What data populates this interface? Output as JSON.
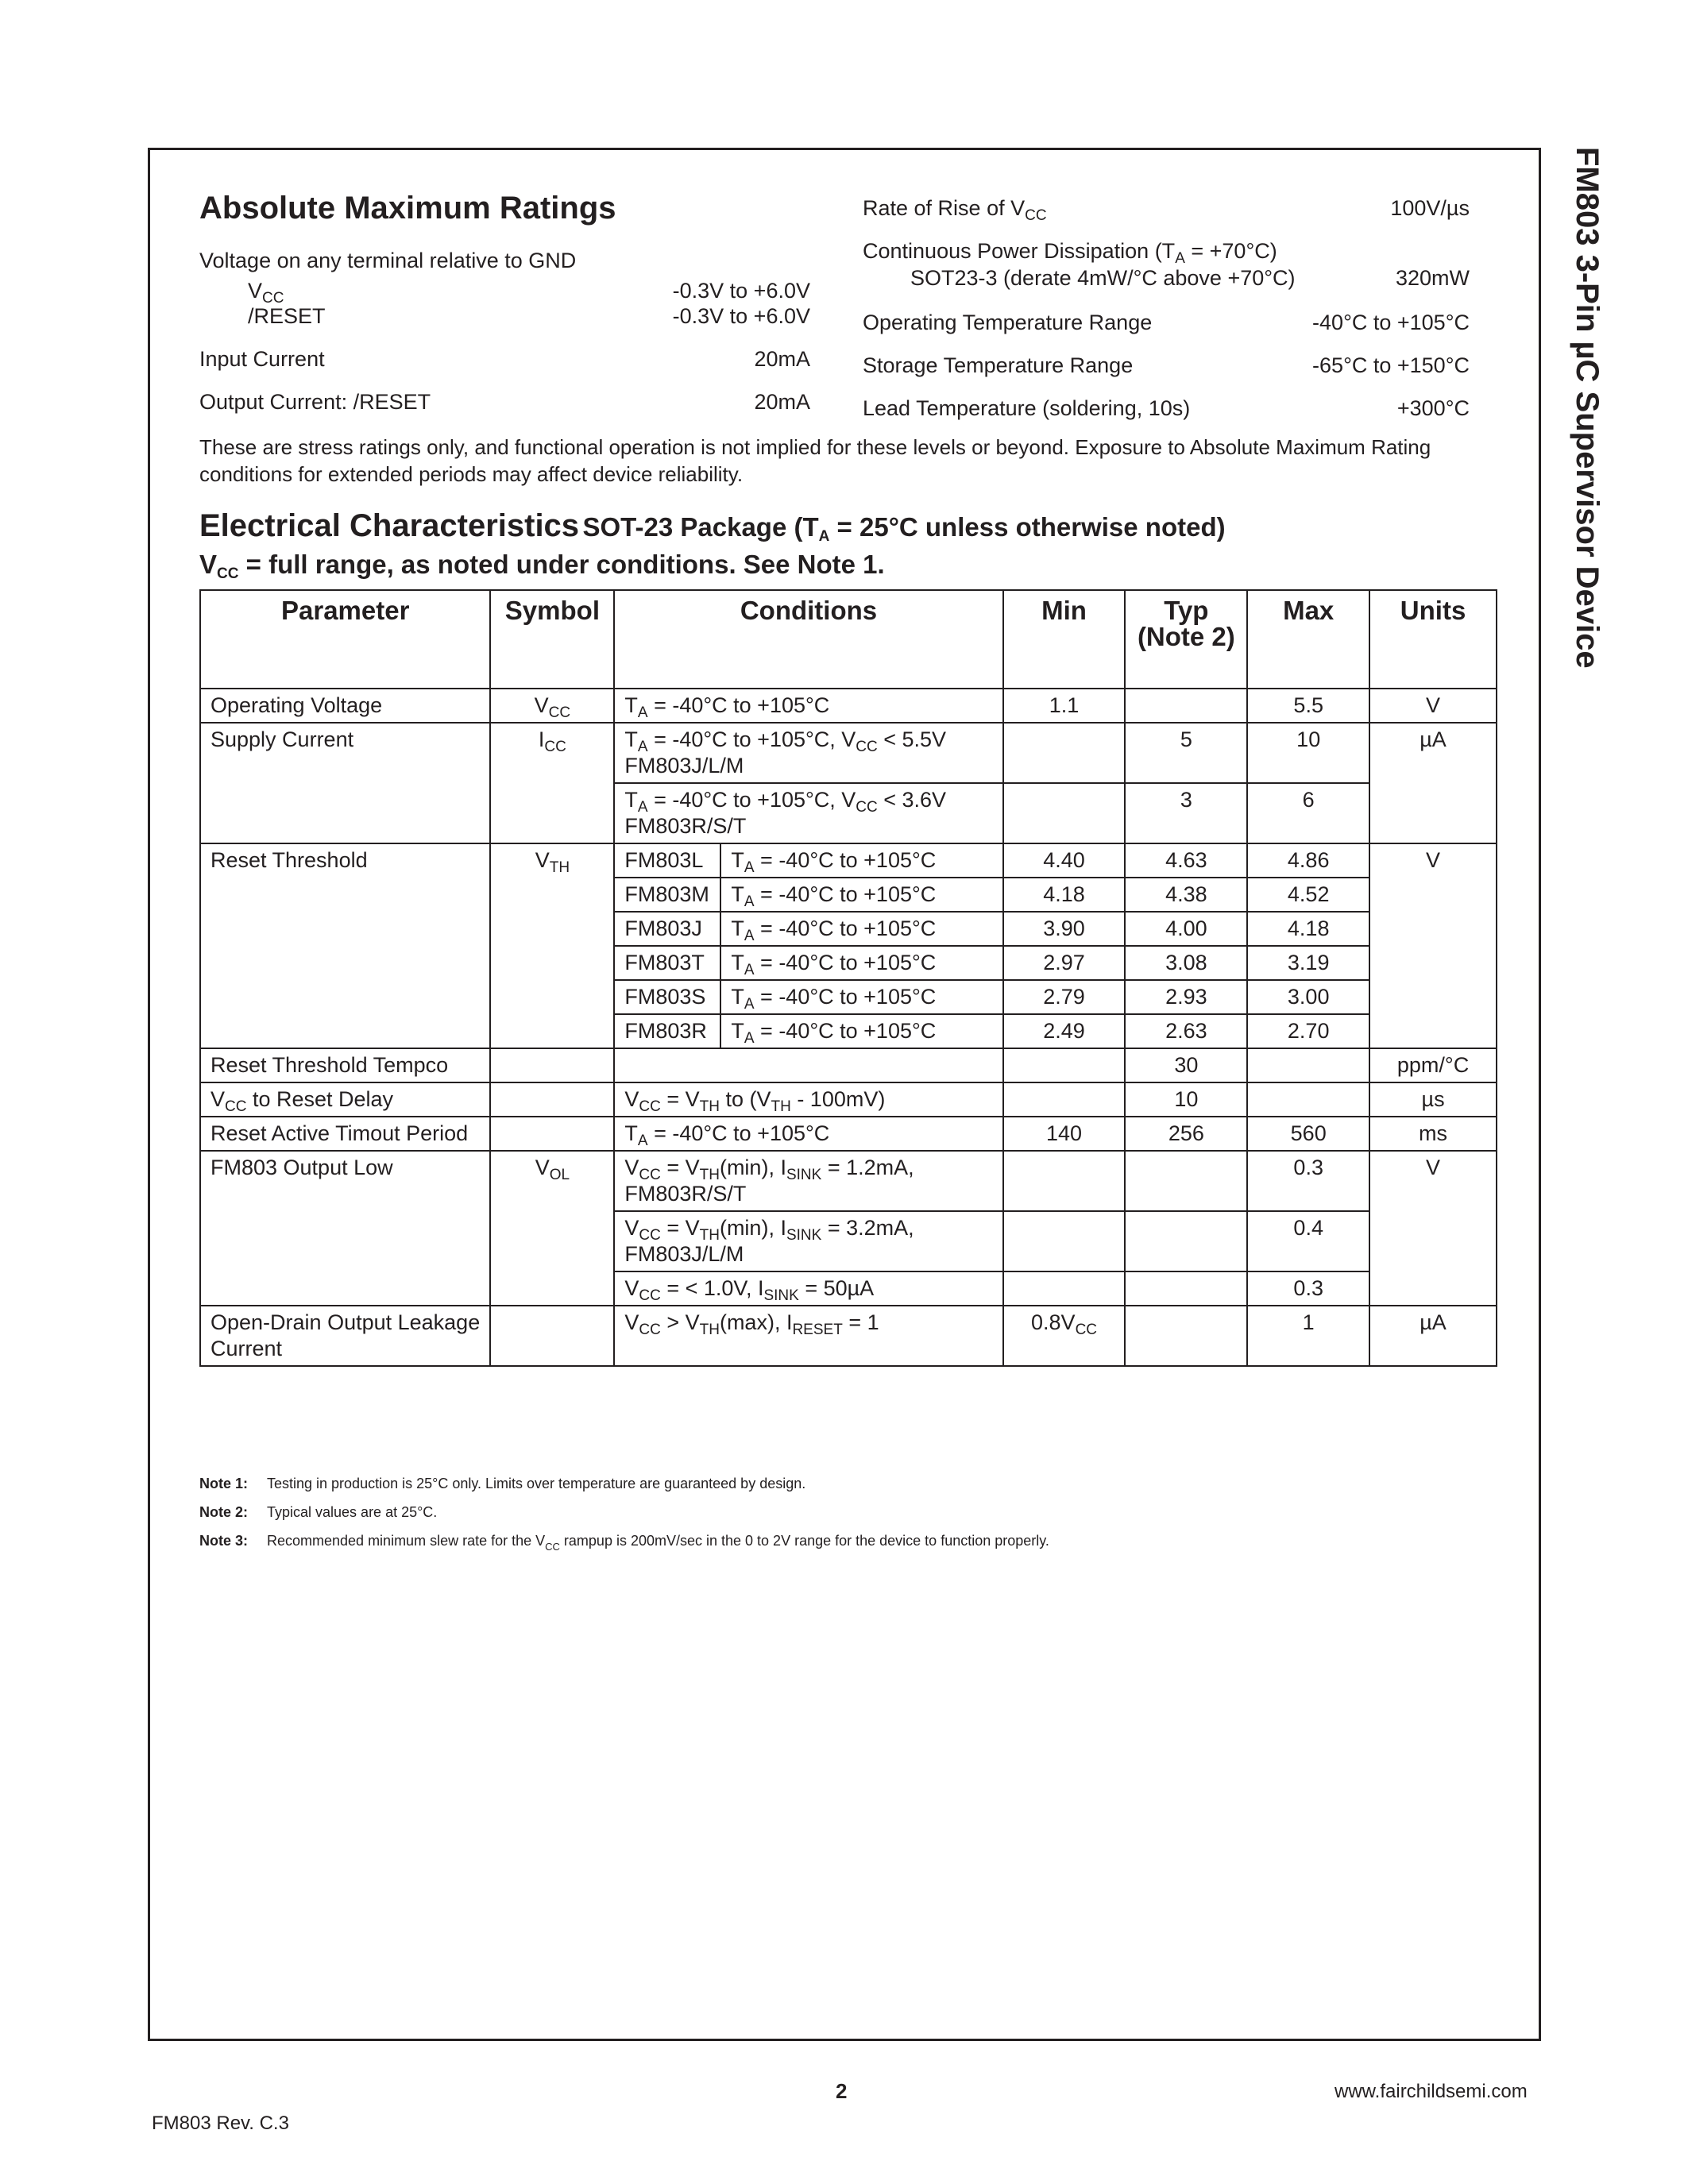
{
  "side_title": "FM803 3-Pin µC Supervisor Device",
  "amr": {
    "title": "Absolute Maximum Ratings",
    "voltage_label": "Voltage on any terminal relative to GND",
    "vcc_label": "V",
    "vcc_sub": "CC",
    "vcc_value": "-0.3V to +6.0V",
    "reset_label": "/RESET",
    "reset_value": "-0.3V to +6.0V",
    "input_current_label": "Input Current",
    "input_current_value": "20mA",
    "output_current_label": "Output Current: /RESET",
    "output_current_value": "20mA",
    "rise_label": "Rate of Rise of V",
    "rise_sub": "CC",
    "rise_value": "100V/µs",
    "power_label": "Continuous Power Dissipation (T",
    "power_sub": "A",
    "power_tail": " = +70°C)",
    "sot_label": "SOT23-3 (derate 4mW/°C above +70°C)",
    "sot_value": "320mW",
    "op_temp_label": "Operating Temperature Range",
    "op_temp_value": "-40°C to +105°C",
    "storage_label": "Storage Temperature Range",
    "storage_value": "-65°C to +150°C",
    "lead_label": "Lead Temperature (soldering, 10s)",
    "lead_value": "+300°C",
    "stress_note": "These are stress ratings only, and functional operation is not implied for these levels or beyond. Exposure to Absolute Maximum Rating conditions for extended periods may affect device reliability."
  },
  "ec": {
    "title": "Electrical Characteristics",
    "subtitle_a": "SOT-23 Package (T",
    "subtitle_sub": "A",
    "subtitle_b": " = 25°C unless otherwise noted)",
    "line2_a": "V",
    "line2_sub": "CC",
    "line2_b": " = full range, as noted under conditions. See Note 1."
  },
  "table": {
    "headers": {
      "parameter": "Parameter",
      "symbol": "Symbol",
      "conditions": "Conditions",
      "min": "Min",
      "typ": "Typ",
      "typ_note": "(Note 2)",
      "max": "Max",
      "units": "Units"
    },
    "op_voltage": {
      "param": "Operating Voltage",
      "sym": "V",
      "sym_sub": "CC",
      "cond": "T",
      "cond_sub": "A",
      "cond_tail": " = -40°C to +105°C",
      "min": "1.1",
      "max": "5.5",
      "units": "V"
    },
    "supply": {
      "param": "Supply Current",
      "sym": "I",
      "sym_sub": "CC",
      "units": "µA",
      "r1": {
        "cond_a": "T",
        "cond_sub1": "A",
        "cond_b": " = -40°C to +105°C, V",
        "cond_sub2": "CC",
        "cond_c": " < 5.5V",
        "cond_line2": "FM803J/L/M",
        "typ": "5",
        "max": "10"
      },
      "r2": {
        "cond_a": "T",
        "cond_sub1": "A",
        "cond_b": " = -40°C to +105°C, V",
        "cond_sub2": "CC",
        "cond_c": " < 3.6V",
        "cond_line2": "FM803R/S/T",
        "typ": "3",
        "max": "6"
      }
    },
    "reset_threshold": {
      "param": "Reset Threshold",
      "sym": "V",
      "sym_sub": "TH",
      "units": "V",
      "cond_a": "T",
      "cond_sub": "A",
      "cond_b": " = -40°C to +105°C",
      "rows": [
        {
          "part": "FM803L",
          "min": "4.40",
          "typ": "4.63",
          "max": "4.86"
        },
        {
          "part": "FM803M",
          "min": "4.18",
          "typ": "4.38",
          "max": "4.52"
        },
        {
          "part": "FM803J",
          "min": "3.90",
          "typ": "4.00",
          "max": "4.18"
        },
        {
          "part": "FM803T",
          "min": "2.97",
          "typ": "3.08",
          "max": "3.19"
        },
        {
          "part": "FM803S",
          "min": "2.79",
          "typ": "2.93",
          "max": "3.00"
        },
        {
          "part": "FM803R",
          "min": "2.49",
          "typ": "2.63",
          "max": "2.70"
        }
      ]
    },
    "tempco": {
      "param": "Reset Threshold Tempco",
      "typ": "30",
      "units": "ppm/°C"
    },
    "delay": {
      "param_a": "V",
      "param_sub": "CC",
      "param_b": " to Reset Delay",
      "cond_a": "V",
      "cond_sub1": "CC",
      "cond_b": " = V",
      "cond_sub2": "TH",
      "cond_c": " to (V",
      "cond_sub3": "TH",
      "cond_d": " - 100mV)",
      "typ": "10",
      "units": "µs"
    },
    "timeout": {
      "param": "Reset Active Timout Period",
      "cond_a": "T",
      "cond_sub": "A",
      "cond_b": " = -40°C to +105°C",
      "min": "140",
      "typ": "256",
      "max": "560",
      "units": "ms"
    },
    "output_low": {
      "param": "FM803 Output Low",
      "sym": "V",
      "sym_sub": "OL",
      "units": "V",
      "r1": {
        "a": "V",
        "s1": "CC",
        "b": " = V",
        "s2": "TH",
        "c": "(min), I",
        "s3": "SINK",
        "d": " = 1.2mA,",
        "line2": "FM803R/S/T",
        "max": "0.3"
      },
      "r2": {
        "a": "V",
        "s1": "CC",
        "b": " = V",
        "s2": "TH",
        "c": "(min), I",
        "s3": "SINK",
        "d": " = 3.2mA,",
        "line2": "FM803J/L/M",
        "max": "0.4"
      },
      "r3": {
        "a": "V",
        "s1": "CC",
        "b": " = < 1.0V, I",
        "s2": "SINK",
        "c": " = 50µA",
        "max": "0.3"
      }
    },
    "leakage": {
      "param_line1": "Open-Drain Output Leakage",
      "param_line2": "Current",
      "cond_a": "V",
      "cond_sub1": "CC",
      "cond_b": " > V",
      "cond_sub2": "TH",
      "cond_c": "(max), I",
      "cond_sub3": "RESET",
      "cond_d": " = 1",
      "min_a": "0.8V",
      "min_sub": "CC",
      "max": "1",
      "units": "µA"
    }
  },
  "notes": {
    "n1_label": "Note 1:",
    "n1": "Testing in production is 25°C only. Limits over temperature are guaranteed by design.",
    "n2_label": "Note 2:",
    "n2": "Typical values are at 25°C.",
    "n3_label": "Note 3:",
    "n3_a": "Recommended minimum slew rate for the V",
    "n3_sub": "CC",
    "n3_b": " rampup is 200mV/sec in the 0 to 2V range for the device to function properly."
  },
  "footer": {
    "page": "2",
    "url": "www.fairchildsemi.com",
    "rev": "FM803 Rev. C.3"
  }
}
